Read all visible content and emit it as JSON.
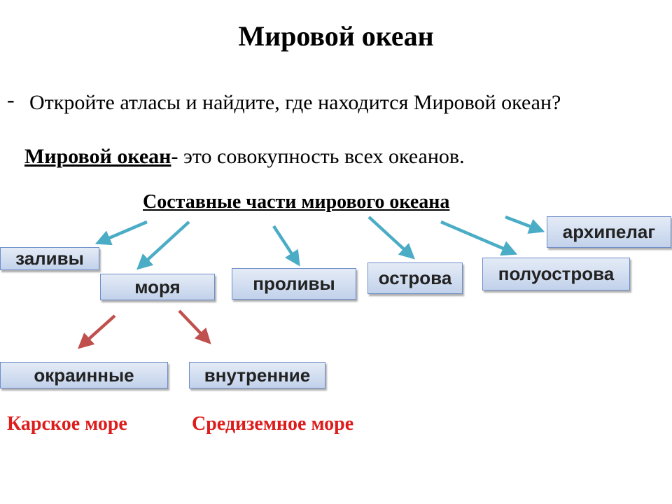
{
  "title": "Мировой океан",
  "question": {
    "dash": "-",
    "text": "Откройте атласы и найдите, где находится Мировой океан?"
  },
  "definition": {
    "term": "Мировой океан",
    "text": "- это совокупность всех океанов."
  },
  "heading": "Составные части мирового океана",
  "parts": {
    "gulfs": "заливы",
    "seas": "моря",
    "straits": "проливы",
    "islands": "острова",
    "peninsulas": "полуострова",
    "archipelago": "архипелаг"
  },
  "sea_types": {
    "marginal": "окраинные",
    "inland": "внутренние"
  },
  "examples": {
    "marginal": "Карское море",
    "inland": "Средиземное море"
  },
  "colors": {
    "primary_arrow": "#4bacc6",
    "secondary_arrow": "#c0504d",
    "box_border": "#6d8dc9",
    "example_text": "#dd1c1c"
  }
}
